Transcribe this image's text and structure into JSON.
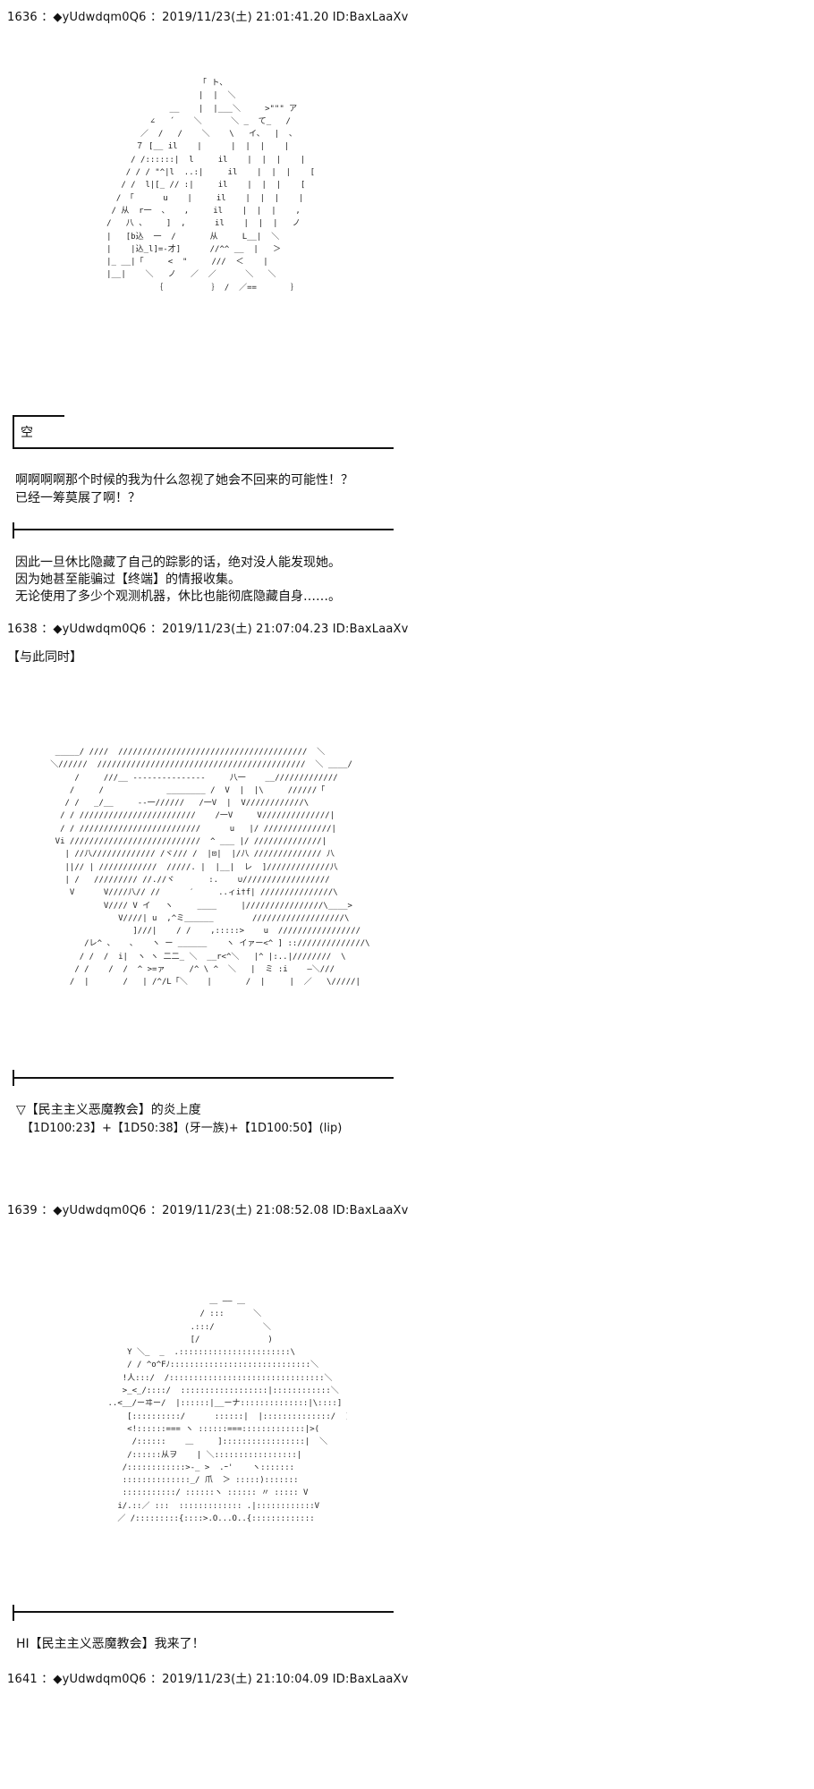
{
  "posts": [
    {
      "number": "1636",
      "header": "1636 ：◆yUdwdqm0Q6 ：2019/11/23(土) 21:01:41.20 ID:BaxLaaXv",
      "art": "                        「 ト、\n                        |  |  ＼\n                  __    |  |___＼     >\"\"\" ア\n              ∠   ´    ＼      ＼ _  て_   /\n            ／  /   /    ＼    \\   イ、  |  、\n           ７ [__ il    |      |  |  |    |\n          / /::::::|  l     il    |  |  |    |\n         / / / \"^|l  ..:|     il    |  |  |    [\n        / /  l|[_ // :|     il    |  |  |    [\n       / 「      u    |     il    |  |  |    |\n      / 从  r一  、   ,     il    |  |  |    ,\n     /   八 、    ]  ,      il    |  |  |   ノ\n     |   [b込  一  /       从     L__|  ＼\n     |    |込_l]=-才]      //^^ __  |   ＞\n     |_ __|「     <  \"     ///  ＜    |\n     |__|    ＼   ノ   ／  ／      ＼   ＼\n               ｛          ｝ /  ／==       ｝"
    },
    {
      "box1_title": "空",
      "box1_lines": [
        "啊啊啊啊那个时候的我为什么忽视了她会不回来的可能性！？",
        "已经一筹莫展了啊！？"
      ],
      "box2_lines": [
        "因此一旦休比隐藏了自己的踪影的话，绝对没人能发现她。",
        "因为她甚至能骗过【终端】的情报收集。",
        "无论使用了多少个观测机器，休比也能彻底隐藏自身……。"
      ]
    },
    {
      "number": "1638",
      "header": "1638 ：◆yUdwdqm0Q6 ：2019/11/23(土) 21:07:04.23 ID:BaxLaaXv",
      "bracket_text": "【与此同时】",
      "art": "    _____/ ////  ///////////////////////////////////////  ＼\n   ＼//////  ///////////////////////////////////////////  ＼ ____/\n        /     ///__ ---------------     八一    __/////////////\n       /     /             ________ /  V  |  |\\     //////「\n      / /   _/__     --一//////   /一V  |  V////////////\\\n     / / ////////////////////////    /一V     V//////////////|\n     / / /////////////////////////      u   |/ //////////////|\n    Vi ///////////////////////////  ^ ___ |/ //////////////|\n      | //八///////////// /ヾ/// /  |⊡|  |/八 ////////////// 八\n      ||// | ////////////  /////. |  |__|  レ  ]/////////////八\n      | /   ///////// //.//ヾ       :.    ∪//////////////////\n       V      V////八// //      ′     ..ィi†f| ///////////////\\\n              V//// V イ   ヽ     ____     |////////////////\\____>\n                 V////| u  ,^ミ______        ///////////////////\\\n                    ]///|    / /    ,:::::>    u  /////////////////\n          /レ^ 、   、   ヽ ー ______    ヽ イァー<^ ] :://////////////\\\n         / /  /  i|  ヽ ヽ 二二_ ＼  __r<^＼   |^ |:..|////////  \\\n        / /    /  /  ^ >=ァ     /^ \\ ^  ＼   |  ミ :i    ―＼///\n       /  |       /   | /^/L「＼    |       /  |     |  ／   \\/////|"
    },
    {
      "bottom_line1": "▽【民主主义恶魔教会】的炎上度",
      "bottom_line2": "【1D100:23】+【1D50:38】(牙一族)+【1D100:50】(lip)"
    },
    {
      "number": "1639",
      "header": "1639 ：◆yUdwdqm0Q6 ：2019/11/23(土) 21:08:52.08 ID:BaxLaaXv",
      "art": "                           ＿ —— ＿\n                         / :::      ＼\n                       .:::/          ＼\n                       [/              )\n          Y ＼_  _  .:::::::::::::::::::::::\\\n          / / ^o^Fﾉ:::::::::::::::::::::::::::::＼\n         !人:::/  /::::::::::::::::::::::::::::::::＼\n         >_<_/::::/  ::::::::::::::::::|::::::::::::＼\n      ..<__/ーヰー/  |::::::|__ーナ::::::::::::::|\\::::]\n          [::::::::::/      ::::::|  |::::::::::::::/  )/\n          <!::::::=== ヽ ::::::===:::::::::::::|>(\n           /::::::    ＿     ]:::::::::::::::::|  ＼\n          /::::::从ヲ    | ＼:::::::::::::::::|\n         /::::::::::::>-_ >  .ｰ'    ヽ:::::::\n         ::::::::::::::_/ 爪  ＞ :::::):::::::\n         :::::::::::/ ::::::ヽ :::::: 〃 ::::: V\n        i/.::／ :::  ::::::::::::: .|::::::::::::V\n        ／ /:::::::::{::::>.O...O..{:::::::::::::"
    },
    {
      "hi_text": "HI【民主主义恶魔教会】我来了！"
    },
    {
      "number": "1641",
      "header": "1641 ：◆yUdwdqm0Q6 ：2019/11/23(土) 21:10:04.09 ID:BaxLaaXv"
    }
  ]
}
